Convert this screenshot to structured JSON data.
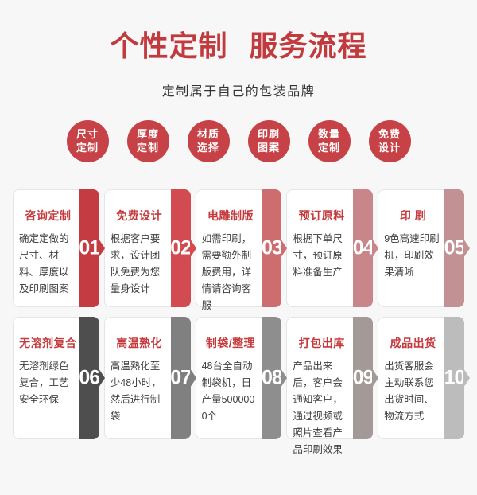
{
  "header": {
    "title": "个性定制  服务流程",
    "subtitle": "定制属于自己的包装品牌"
  },
  "colors": {
    "page_bg": "#f7f7f7",
    "title_red": "#c13a3e",
    "badge_red": "#c64247",
    "card_title_red": "#c53a3c",
    "body_text": "#404040"
  },
  "badges": [
    {
      "line1": "尺寸",
      "line2": "定制"
    },
    {
      "line1": "厚度",
      "line2": "定制"
    },
    {
      "line1": "材质",
      "line2": "选择"
    },
    {
      "line1": "印刷",
      "line2": "图案"
    },
    {
      "line1": "数量",
      "line2": "定制"
    },
    {
      "line1": "免费",
      "line2": "设计"
    }
  ],
  "steps": [
    {
      "num": "01",
      "title": "咨询定制",
      "body": "确定定做的尺寸、材料、厚度以及印刷图案",
      "color": "#c43b41"
    },
    {
      "num": "02",
      "title": "免费设计",
      "body": "根据客户要求，设计团队免费为您量身设计",
      "color": "#d24b50"
    },
    {
      "num": "03",
      "title": "电雕制版",
      "body": "如需印刷，需要额外制版费用，详情请咨询客服",
      "color": "#ce6d70"
    },
    {
      "num": "04",
      "title": "预订原料",
      "body": "根据下单尺寸，预订原料准备生产",
      "color": "#c8868a"
    },
    {
      "num": "05",
      "title": "印 刷",
      "body": "9色高速印刷机，印刷效果清晰",
      "color": "#c19194"
    },
    {
      "num": "06",
      "title": "无溶剂复合",
      "body": "无溶剂绿色复合，工艺安全环保",
      "color": "#4e4e4e"
    },
    {
      "num": "07",
      "title": "高温熟化",
      "body": "高温熟化至少48小时，然后进行制袋",
      "color": "#808080"
    },
    {
      "num": "08",
      "title": "制袋/整理",
      "body": "48台全自动制袋机，日产量5000000个",
      "color": "#8e8e8e"
    },
    {
      "num": "09",
      "title": "打包出库",
      "body": "产品出来后，客户会通知客户，通过视频或照片查看产品印刷效果",
      "color": "#a39a98"
    },
    {
      "num": "10",
      "title": "成品出货",
      "body": "出货客服会主动联系您出货时间、物流方式",
      "color": "#bcbcbc"
    }
  ]
}
